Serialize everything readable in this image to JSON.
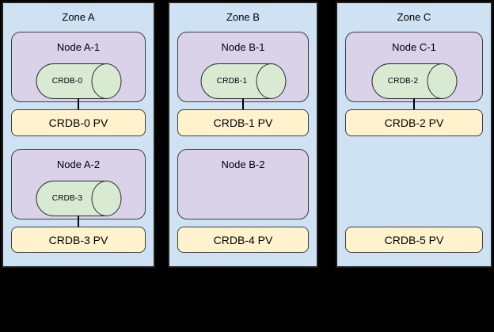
{
  "diagram": {
    "colors": {
      "background": "#000000",
      "zone_fill": "#cfe2f3",
      "node_fill": "#d9d2e9",
      "pod_fill": "#d9ead3",
      "pv_fill": "#fff2cc",
      "border": "#2b2b2b"
    },
    "zones": [
      {
        "label": "Zone A",
        "nodes": [
          {
            "label": "Node A-1",
            "pod": "CRDB-0",
            "connected_to_pv": true
          },
          {
            "label": "Node A-2",
            "pod": "CRDB-3",
            "connected_to_pv": true
          }
        ],
        "pvs": [
          "CRDB-0 PV",
          "CRDB-3 PV"
        ]
      },
      {
        "label": "Zone B",
        "nodes": [
          {
            "label": "Node B-1",
            "pod": "CRDB-1",
            "connected_to_pv": true
          },
          {
            "label": "Node B-2",
            "pod": null,
            "connected_to_pv": false
          }
        ],
        "pvs": [
          "CRDB-1 PV",
          "CRDB-4 PV"
        ]
      },
      {
        "label": "Zone C",
        "nodes": [
          {
            "label": "Node C-1",
            "pod": "CRDB-2",
            "connected_to_pv": true
          }
        ],
        "pvs": [
          "CRDB-2 PV",
          "CRDB-5 PV"
        ]
      }
    ]
  }
}
